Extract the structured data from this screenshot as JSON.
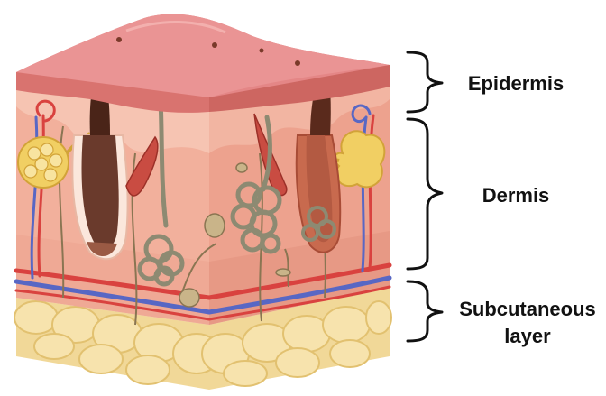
{
  "labels": {
    "epidermis": "Epidermis",
    "dermis": "Dermis",
    "subcutaneous_line1": "Subcutaneous",
    "subcutaneous_line2": "layer"
  },
  "colors": {
    "skin_top": "#e48686",
    "skin_top_dark": "#c95f63",
    "epidermis_band": "#d9736f",
    "dermis_front": "#f2b3a0",
    "dermis_side": "#e69a87",
    "dermis_pale": "#f6c8b6",
    "fat": "#f6dfa4",
    "fat_dark": "#e8c670",
    "artery": "#d9423f",
    "vein": "#5867c4",
    "hair": "#6a3a2c",
    "hair_dark": "#3e1e15",
    "gland": "#8d8a72",
    "sebaceous": "#f1cf63",
    "muscle": "#c94c42"
  }
}
